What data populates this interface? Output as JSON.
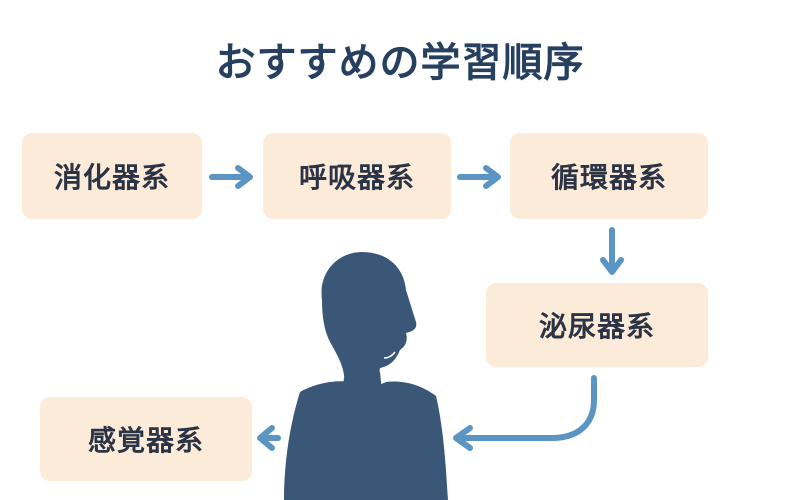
{
  "title": "おすすめの学習順序",
  "steps": {
    "digestive": "消化器系",
    "respiratory": "呼吸器系",
    "circulatory": "循環器系",
    "urinary": "泌尿器系",
    "sensory": "感覚器系"
  },
  "colors": {
    "title": "#27405f",
    "box_fill": "#fdebd9",
    "box_text": "#2a3445",
    "arrow": "#5b95c4",
    "person": "#3b5777"
  },
  "icons": {
    "figure": "person-silhouette-icon",
    "connector": "arrow-icon"
  }
}
